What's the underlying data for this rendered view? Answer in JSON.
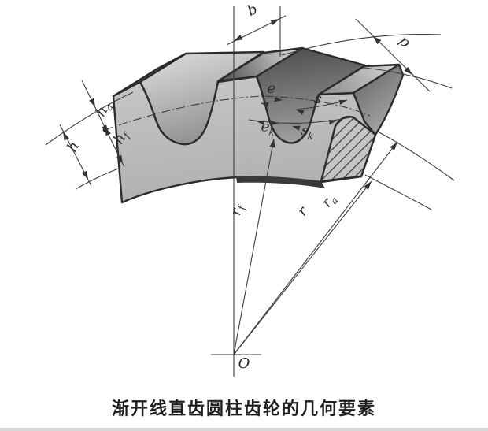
{
  "figure": {
    "caption": "渐开线直齿圆柱齿轮的几何要素",
    "labels": {
      "face_width": {
        "text": "b"
      },
      "pitch": {
        "text": "p"
      },
      "space_width": {
        "text": "e"
      },
      "tooth_thickness": {
        "text": "s"
      },
      "space_width_k": {
        "base": "e",
        "sub": "k"
      },
      "tooth_thickness_k": {
        "base": "s",
        "sub": "k"
      },
      "addendum": {
        "base": "h",
        "sub": "a"
      },
      "dedendum": {
        "base": "h",
        "sub": "f"
      },
      "whole_depth": {
        "text": "h"
      },
      "root_radius": {
        "base": "r",
        "sub": "f"
      },
      "pitch_radius": {
        "text": "r"
      },
      "tip_radius": {
        "base": "r",
        "sub": "a"
      },
      "center": {
        "text": "O"
      }
    },
    "colors": {
      "background": "#ffffff",
      "outline": "#2b2b2b",
      "dimension_line": "#3c3c3c",
      "gear_face": "#bcbcbc",
      "tooth_top_dark": "#4a4a4a",
      "tooth_top_light": "#d8d8d8",
      "caption_text": "#1f1f1f"
    }
  }
}
